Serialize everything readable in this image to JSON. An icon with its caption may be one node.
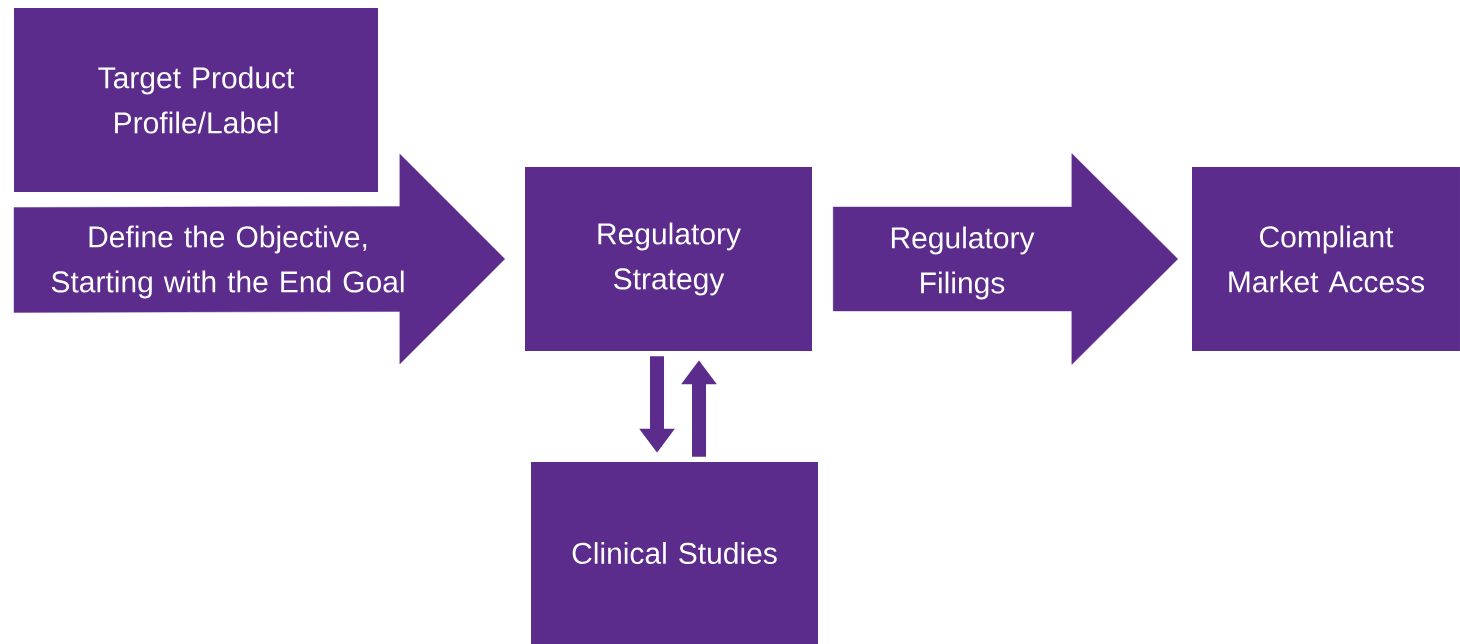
{
  "diagram": {
    "nodes": [
      {
        "text": [
          "Target Product Profile/Label"
        ]
      },
      {
        "text": [
          "Regulatory Strategy"
        ]
      },
      {
        "text": [
          "Compliant Market Access"
        ]
      },
      {
        "text": [
          "Clinical Studies"
        ]
      }
    ],
    "edges": [
      {
        "from": null,
        "to": 1,
        "arrow": "to",
        "label": "Define the Objective, Starting with the End Goal"
      },
      {
        "from": 1,
        "to": 2,
        "arrow": "to",
        "label": "Regulatory Filings"
      },
      {
        "from": 1,
        "to": 3,
        "arrow": "to"
      },
      {
        "from": 3,
        "to": 1,
        "arrow": "to"
      }
    ]
  }
}
